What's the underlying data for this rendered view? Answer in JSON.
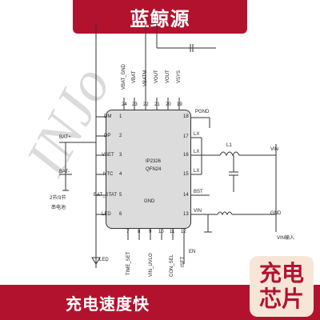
{
  "brand": {
    "title": "蓝鲸源",
    "watermark": "INJo"
  },
  "chip": {
    "part_number": "IP2326",
    "package": "QFN24",
    "gnd_label": "GND"
  },
  "pins_top": [
    {
      "num": "24",
      "name": "VBAT_GND"
    },
    {
      "num": "23",
      "name": "VBAT"
    },
    {
      "num": "22",
      "name": "VBATM"
    },
    {
      "num": "21",
      "name": "VOUT"
    },
    {
      "num": "20",
      "name": "VOUT"
    },
    {
      "num": "19",
      "name": "VSYS"
    }
  ],
  "pins_left": [
    {
      "num": "1",
      "name": "DM"
    },
    {
      "num": "2",
      "name": "DP"
    },
    {
      "num": "3",
      "name": "VSET"
    },
    {
      "num": "4",
      "name": "NTC"
    },
    {
      "num": "5",
      "name": "BAT_STAT"
    },
    {
      "num": "6",
      "name": "LED"
    }
  ],
  "pins_right": [
    {
      "num": "18",
      "name": "PGND"
    },
    {
      "num": "17",
      "name": "LX"
    },
    {
      "num": "16",
      "name": "LX"
    },
    {
      "num": "15",
      "name": "LX"
    },
    {
      "num": "14",
      "name": "BST"
    },
    {
      "num": "13",
      "name": "VIN"
    }
  ],
  "pins_bottom": [
    {
      "num": "7",
      "name": "TIME_SET"
    },
    {
      "num": "8",
      "name": ""
    },
    {
      "num": "9",
      "name": "VIN_UVLO"
    },
    {
      "num": "10",
      "name": ""
    },
    {
      "num": "11",
      "name": "CON_SEL"
    },
    {
      "num": "12",
      "name": "ISET"
    }
  ],
  "labels": {
    "bat_plus": "BAT+",
    "bat_minus": "BAT-",
    "battery_desc_1": "2节/3节",
    "battery_desc_2": "串电池",
    "inductor": "L1",
    "vin": "VIN",
    "gnd": "GND",
    "vin_input": "VIN输入",
    "led": "LED",
    "en": "EN"
  },
  "footer": {
    "text": "充电速度快"
  },
  "badge": {
    "line1": "充电",
    "line2": "芯片"
  },
  "colors": {
    "brand_red": "#b3122e",
    "badge_bg": "#f7e6d8"
  }
}
